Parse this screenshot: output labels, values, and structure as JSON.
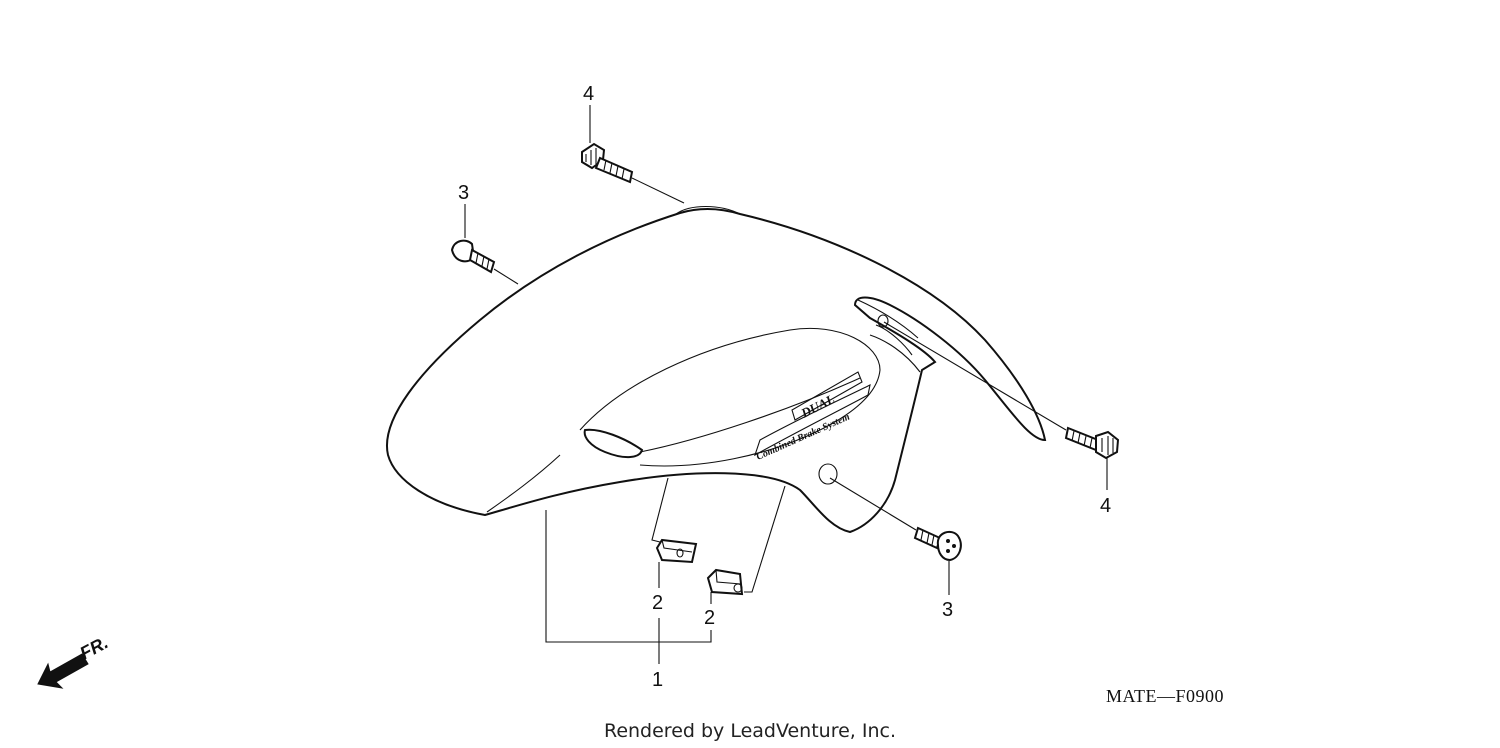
{
  "diagram": {
    "callouts": {
      "bolt_top": "4",
      "screw_top": "3",
      "bolt_right": "4",
      "screw_right": "3",
      "clip_left": "2",
      "clip_right": "2",
      "fender_assembly": "1"
    },
    "fender_logo": {
      "top_line": "DUAL",
      "bottom_line": "Combined Brake System"
    },
    "direction_marker": "FR.",
    "diagram_code": "MATE—F0900",
    "credit": "Rendered by LeadVenture, Inc."
  },
  "colors": {
    "line": "#111111",
    "background": "#ffffff"
  }
}
